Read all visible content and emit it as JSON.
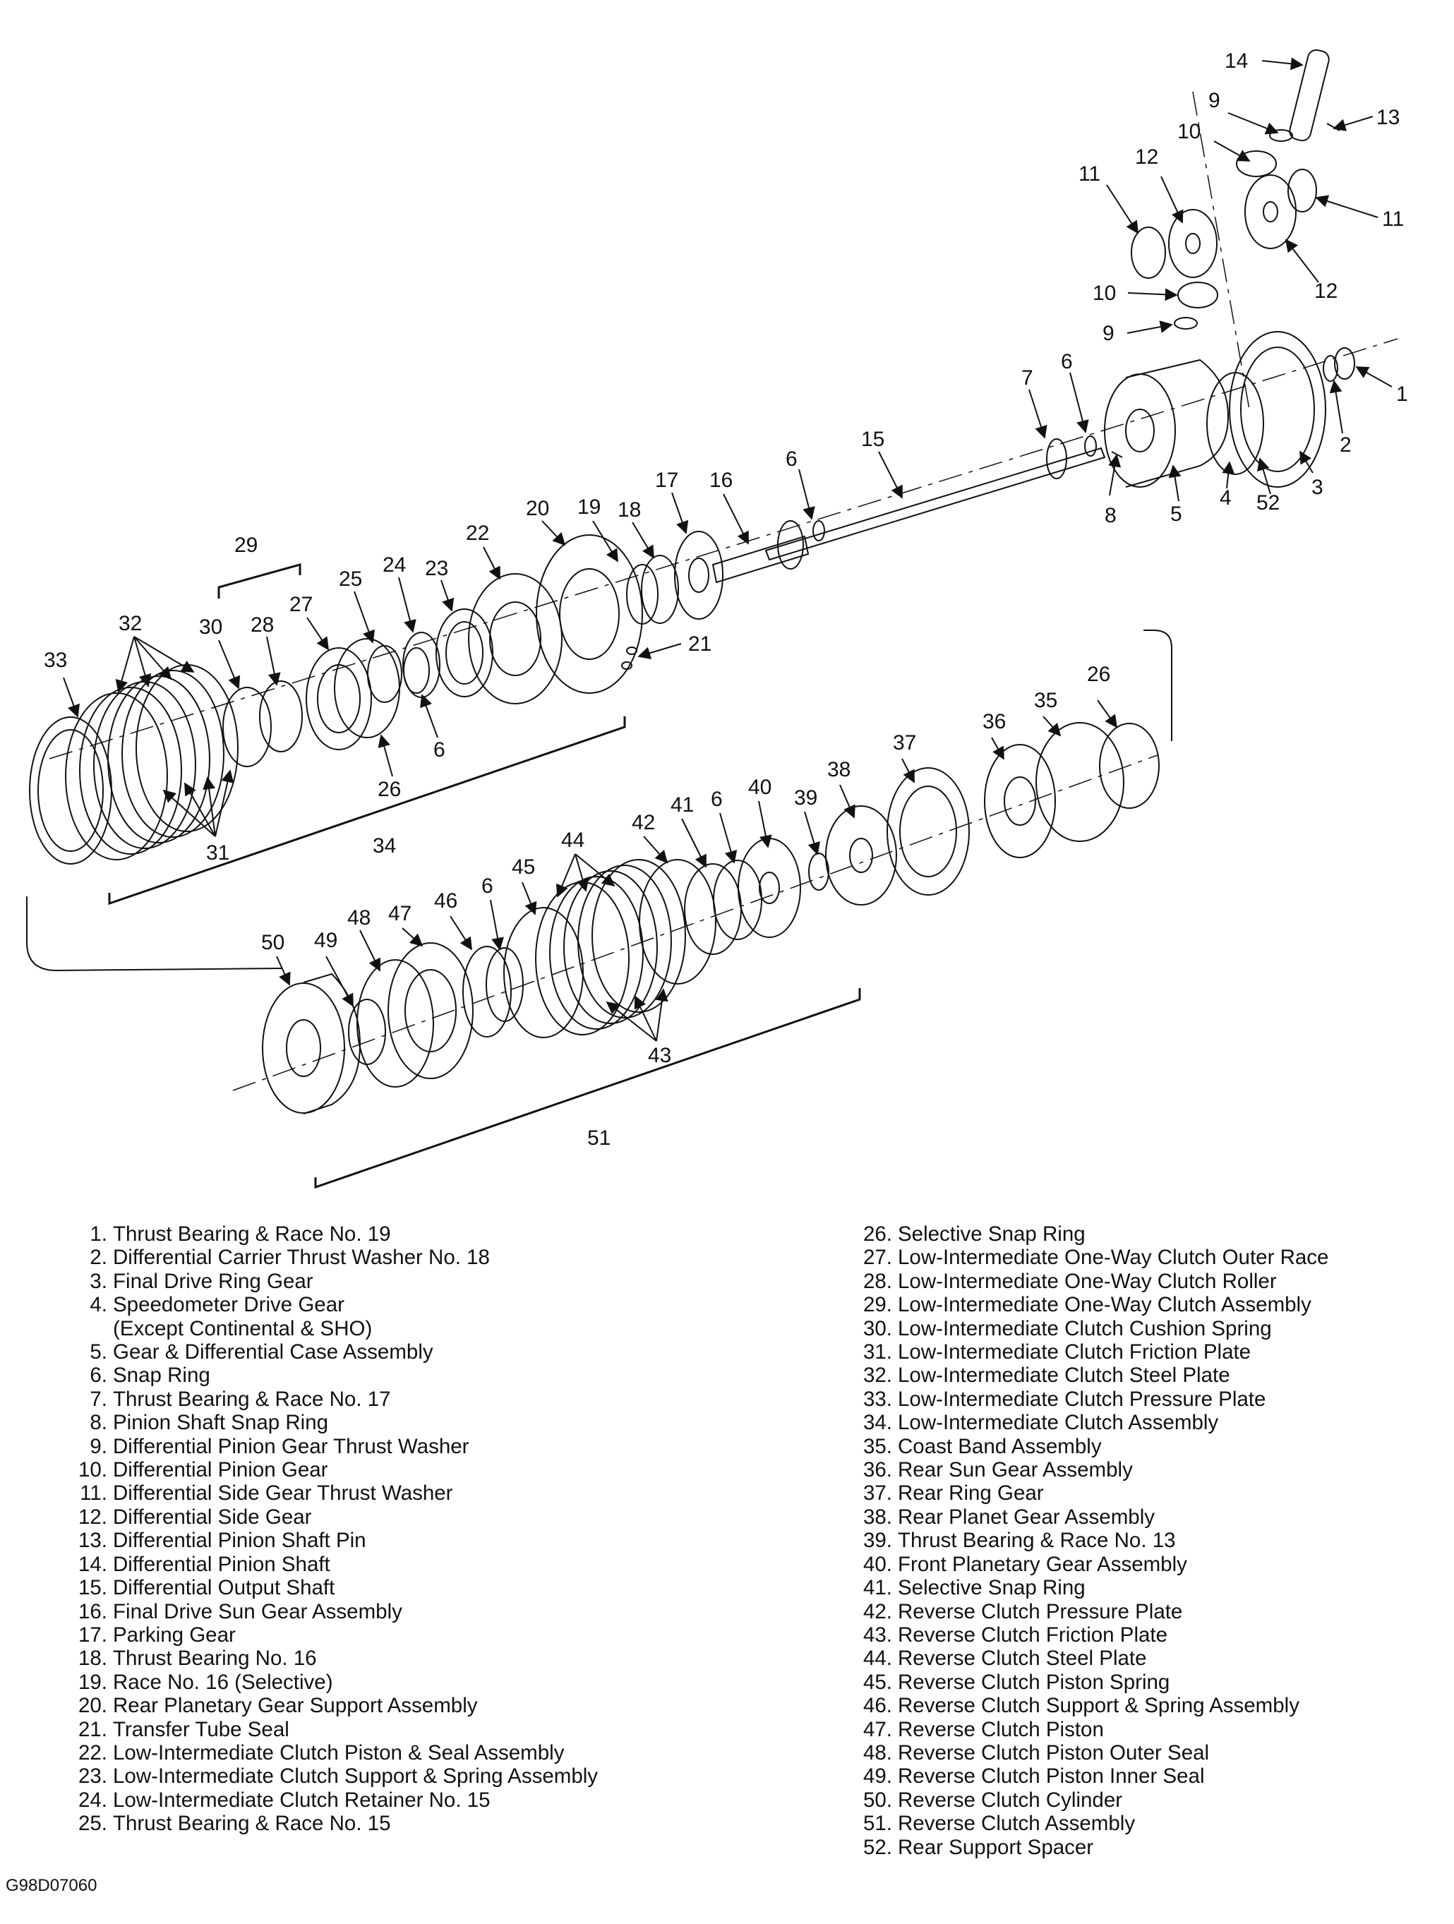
{
  "figure_code": "G98D07060",
  "callouts": [
    {
      "label": "14"
    },
    {
      "label": "9"
    },
    {
      "label": "13"
    },
    {
      "label": "10"
    },
    {
      "label": "12"
    },
    {
      "label": "11"
    },
    {
      "label": "11"
    },
    {
      "label": "12"
    },
    {
      "label": "10"
    },
    {
      "label": "9"
    },
    {
      "label": "7"
    },
    {
      "label": "6"
    },
    {
      "label": "1"
    },
    {
      "label": "2"
    },
    {
      "label": "3"
    },
    {
      "label": "52"
    },
    {
      "label": "4"
    },
    {
      "label": "5"
    },
    {
      "label": "8"
    },
    {
      "label": "15"
    },
    {
      "label": "6"
    },
    {
      "label": "17"
    },
    {
      "label": "16"
    },
    {
      "label": "18"
    },
    {
      "label": "19"
    },
    {
      "label": "20"
    },
    {
      "label": "22"
    },
    {
      "label": "21"
    },
    {
      "label": "29"
    },
    {
      "label": "25"
    },
    {
      "label": "24"
    },
    {
      "label": "23"
    },
    {
      "label": "27"
    },
    {
      "label": "28"
    },
    {
      "label": "30"
    },
    {
      "label": "32"
    },
    {
      "label": "33"
    },
    {
      "label": "6"
    },
    {
      "label": "26"
    },
    {
      "label": "31"
    },
    {
      "label": "34"
    },
    {
      "label": "26"
    },
    {
      "label": "35"
    },
    {
      "label": "36"
    },
    {
      "label": "37"
    },
    {
      "label": "38"
    },
    {
      "label": "40"
    },
    {
      "label": "39"
    },
    {
      "label": "6"
    },
    {
      "label": "41"
    },
    {
      "label": "42"
    },
    {
      "label": "44"
    },
    {
      "label": "45"
    },
    {
      "label": "6"
    },
    {
      "label": "46"
    },
    {
      "label": "47"
    },
    {
      "label": "48"
    },
    {
      "label": "49"
    },
    {
      "label": "50"
    },
    {
      "label": "43"
    },
    {
      "label": "51"
    }
  ],
  "legend_left": [
    {
      "num": "1.",
      "text": "Thrust Bearing & Race No. 19"
    },
    {
      "num": "2.",
      "text": "Differential Carrier Thrust Washer  No. 18"
    },
    {
      "num": "3.",
      "text": "Final Drive Ring Gear"
    },
    {
      "num": "4.",
      "text": "Speedometer Drive Gear",
      "cont": "(Except Continental & SHO)"
    },
    {
      "num": "5.",
      "text": "Gear & Differential Case Assembly"
    },
    {
      "num": "6.",
      "text": "Snap Ring"
    },
    {
      "num": "7.",
      "text": "Thrust Bearing & Race No. 17"
    },
    {
      "num": "8.",
      "text": "Pinion Shaft Snap Ring"
    },
    {
      "num": "9.",
      "text": "Differential Pinion Gear Thrust Washer"
    },
    {
      "num": "10.",
      "text": "Differential Pinion Gear"
    },
    {
      "num": "11.",
      "text": "Differential Side Gear Thrust Washer"
    },
    {
      "num": "12.",
      "text": "Differential Side Gear"
    },
    {
      "num": "13.",
      "text": "Differential Pinion Shaft Pin"
    },
    {
      "num": "14.",
      "text": "Differential Pinion Shaft"
    },
    {
      "num": "15.",
      "text": "Differential Output Shaft"
    },
    {
      "num": "16.",
      "text": "Final Drive Sun Gear Assembly"
    },
    {
      "num": "17.",
      "text": "Parking Gear"
    },
    {
      "num": "18.",
      "text": "Thrust Bearing No. 16"
    },
    {
      "num": "19.",
      "text": "Race No. 16 (Selective)"
    },
    {
      "num": "20.",
      "text": "Rear Planetary Gear Support Assembly"
    },
    {
      "num": "21.",
      "text": "Transfer Tube Seal"
    },
    {
      "num": "22.",
      "text": "Low-Intermediate Clutch Piston & Seal Assembly"
    },
    {
      "num": "23.",
      "text": "Low-Intermediate Clutch Support & Spring Assembly"
    },
    {
      "num": "24.",
      "text": "Low-Intermediate Clutch Retainer No. 15"
    },
    {
      "num": "25.",
      "text": "Thrust Bearing & Race No. 15"
    }
  ],
  "legend_right": [
    {
      "num": "26.",
      "text": "Selective Snap Ring"
    },
    {
      "num": "27.",
      "text": "Low-Intermediate One-Way Clutch Outer Race"
    },
    {
      "num": "28.",
      "text": "Low-Intermediate One-Way Clutch Roller"
    },
    {
      "num": "29.",
      "text": "Low-Intermediate One-Way Clutch Assembly"
    },
    {
      "num": "30.",
      "text": "Low-Intermediate Clutch Cushion Spring"
    },
    {
      "num": "31.",
      "text": "Low-Intermediate Clutch Friction Plate"
    },
    {
      "num": "32.",
      "text": "Low-Intermediate Clutch Steel Plate"
    },
    {
      "num": "33.",
      "text": "Low-Intermediate Clutch Pressure Plate"
    },
    {
      "num": "34.",
      "text": "Low-Intermediate Clutch Assembly"
    },
    {
      "num": "35.",
      "text": "Coast Band Assembly"
    },
    {
      "num": "36.",
      "text": "Rear Sun Gear Assembly"
    },
    {
      "num": "37.",
      "text": "Rear Ring Gear"
    },
    {
      "num": "38.",
      "text": "Rear Planet Gear Assembly"
    },
    {
      "num": "39.",
      "text": "Thrust Bearing & Race No. 13"
    },
    {
      "num": "40.",
      "text": "Front Planetary Gear Assembly"
    },
    {
      "num": "41.",
      "text": "Selective Snap Ring"
    },
    {
      "num": "42.",
      "text": "Reverse Clutch Pressure Plate"
    },
    {
      "num": "43.",
      "text": "Reverse Clutch Friction Plate"
    },
    {
      "num": "44.",
      "text": "Reverse Clutch Steel Plate"
    },
    {
      "num": "45.",
      "text": "Reverse Clutch Piston Spring"
    },
    {
      "num": "46.",
      "text": "Reverse Clutch Support & Spring Assembly"
    },
    {
      "num": "47.",
      "text": "Reverse Clutch Piston"
    },
    {
      "num": "48.",
      "text": "Reverse Clutch Piston Outer Seal"
    },
    {
      "num": "49.",
      "text": "Reverse Clutch Piston Inner Seal"
    },
    {
      "num": "50.",
      "text": "Reverse Clutch Cylinder"
    },
    {
      "num": "51.",
      "text": "Reverse Clutch Assembly"
    },
    {
      "num": "52.",
      "text": "Rear Support Spacer"
    }
  ]
}
